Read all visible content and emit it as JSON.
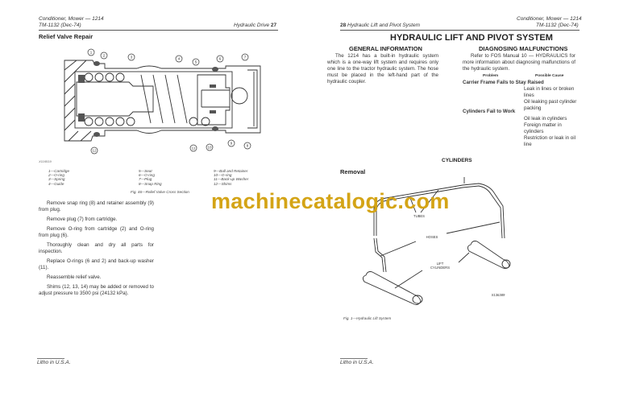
{
  "left_page": {
    "header": {
      "line1": "Conditioner, Mower — 1214",
      "line2": "TM-1132   (Dec-74)",
      "section": "Hydraulic Drive",
      "page_number": "27"
    },
    "section_title": "Relief Valve Repair",
    "figure": {
      "callouts": [
        "1",
        "2",
        "3",
        "4",
        "5",
        "6",
        "7",
        "8",
        "9",
        "10",
        "11",
        "12"
      ],
      "ref_code": "X116519",
      "legend_col1": [
        "1—Cartridge",
        "2—O-ring",
        "3—Spring",
        "4—Guide"
      ],
      "legend_col2": [
        "5—Seat",
        "6—O-ring",
        "7—Plug",
        "8—Snap Ring"
      ],
      "legend_col3": [
        "9—Ball and Retainer",
        "10—O-ring",
        "11—Back-up Washer",
        "12—Shims"
      ],
      "caption": "Fig. 46—Relief Valve Cross Section"
    },
    "paragraphs": [
      "Remove snap ring (8) and retainer assembly (9) from plug.",
      "Remove plug (7) from cartridge.",
      "Remove O-ring from cartridge (2) and O-ring from plug (6).",
      "Thoroughly clean and dry all parts for inspection.",
      "Replace O-rings (6 and 2) and back-up washer (11).",
      "Reassemble relief valve.",
      "Shims (12, 13, 14) may be added or removed to adjust pressure to 3500 psi (24132 kPa)."
    ],
    "footer": "Litho in U.S.A."
  },
  "right_page": {
    "header": {
      "page_number": "28",
      "section": "Hydraulic Lift and Pivot System",
      "line1": "Conditioner, Mower — 1214",
      "line2": "TM-1132   (Dec-74)"
    },
    "title": "HYDRAULIC LIFT AND PIVOT SYSTEM",
    "general_info": {
      "heading": "GENERAL INFORMATION",
      "text": "The 1214 has a built-in hydraulic system which is a one-way lift system and requires only one line to the tractor hydraulic system. The hose must be placed in the left-hand part of the hydraulic coupler."
    },
    "diagnosing": {
      "heading": "DIAGNOSING MALFUNCTIONS",
      "intro": "Refer to FOS Manual 10 — HYDRAULICS for more information about diagnosing malfunctions of the hydraulic system.",
      "col_problem": "Problem",
      "col_cause": "Possible Cause",
      "problems": [
        {
          "problem": "Carrier Frame Fails to Stay Raised",
          "causes": [
            "Leak in lines or broken lines",
            "Oil leaking past cylinder packing"
          ]
        },
        {
          "problem": "Cylinders Fail to Work",
          "causes": [
            "Oil leak in cylinders",
            "Foreign matter in cylinders",
            "Restriction or leak in oil line"
          ]
        }
      ]
    },
    "cylinders": {
      "heading": "CYLINDERS",
      "subheading": "Removal",
      "figure": {
        "label_tubes": "TUBES",
        "label_hoses": "HOSES",
        "label_lift1": "LIFT",
        "label_lift2": "CYLINDERS",
        "ref_code": "X136389",
        "caption": "Fig. 1—Hydraulic Lift System"
      }
    },
    "footer": "Litho in U.S.A."
  },
  "watermark": "machinecatalogic.com",
  "colors": {
    "watermark": "#d4a416",
    "text": "#2a2a2a"
  }
}
